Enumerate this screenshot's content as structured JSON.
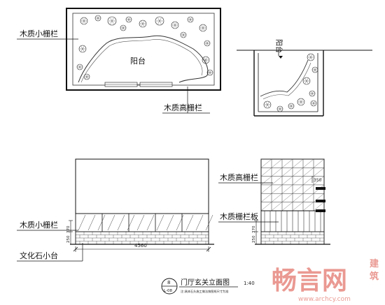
{
  "plan": {
    "balcony_label": "阳台",
    "small_railing_label": "木质小栅栏",
    "high_railing_label": "木质高栅栏"
  },
  "section": {
    "label": "阳台"
  },
  "elevation": {
    "small_railing_label": "木质小栅栏",
    "stone_label": "文化石小台",
    "width_dim": "4560",
    "dim_370": "370",
    "dim_250": "250"
  },
  "side": {
    "high_railing_label": "木质高栅栏",
    "panel_label": "木质栅栏板",
    "dim_350": "350",
    "dim_370": "370",
    "dim_250": "250"
  },
  "title": {
    "number": "8",
    "sheet": "L-08",
    "main": "门厅玄关立面图",
    "scale": "1:40",
    "note": "注:具体石头施工做法按图纸尺寸为准"
  },
  "watermark": {
    "brand": "畅言网",
    "side_chars": [
      "建",
      "筑"
    ],
    "url": "www.archcy.com"
  }
}
